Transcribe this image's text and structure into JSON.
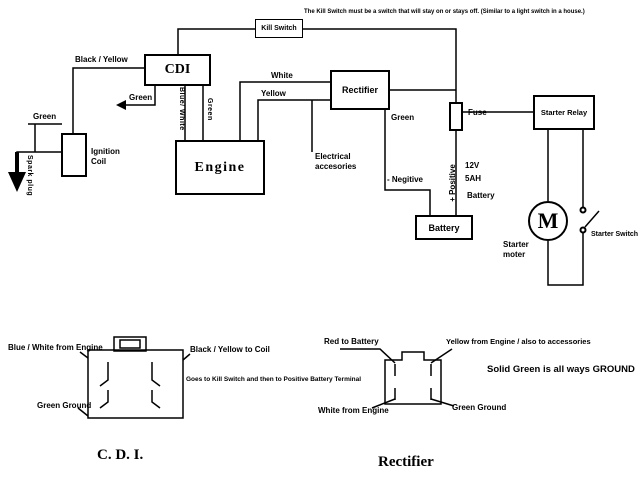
{
  "main": {
    "note": "The Kill Switch must be a switch that will stay on or stays off.  (Similar to a light switch in a house.)",
    "kill_switch": "Kill Switch",
    "cdi": "CDI",
    "engine": "Engine",
    "rectifier": "Rectifier",
    "battery": "Battery",
    "starter_relay": "Starter Relay",
    "motor_m": "M",
    "black_yellow": "Black / Yellow",
    "green_cdi": "Green",
    "blue_white": "Blue/ White",
    "green_engine": "Green",
    "green_coil": "Green",
    "ignition_coil": "Ignition\nCoil",
    "spark_plug": "Spark plug",
    "white": "White",
    "yellow": "Yellow",
    "green_rect": "Green",
    "accessories": "Electrical\naccesories",
    "fuse": "Fuse",
    "negative": "- Negitive",
    "positive": "+ Positive",
    "v12": "12V",
    "ah5": "5AH",
    "battery_word": "Battery",
    "starter_motor": "Starter\nmoter",
    "starter_switch": "Starter Switch"
  },
  "cdi_plug": {
    "title": "C. D. I.",
    "blue_white": "Blue / White from Engine",
    "black_yellow": "Black / Yellow to Coil",
    "kill": "Goes to Kill Switch and then to Positive Battery Terminal",
    "ground": "Green Ground"
  },
  "rect_plug": {
    "title": "Rectifier",
    "red": "Red to Battery",
    "yellow": "Yellow from Engine / also to accessories",
    "white": "White from Engine",
    "ground": "Green Ground",
    "note": "Solid Green is all ways GROUND"
  }
}
